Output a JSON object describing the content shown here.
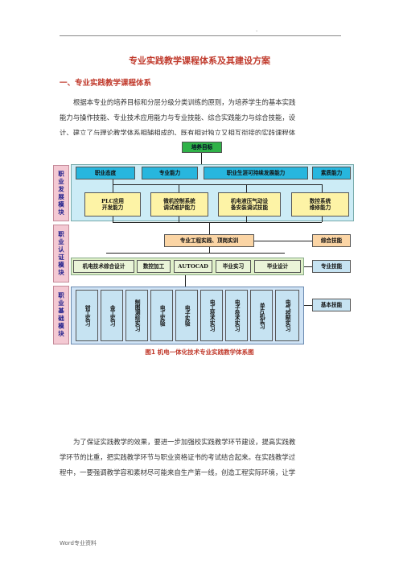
{
  "page": {
    "header_mark": ".",
    "title": "专业实践教学课程体系及其建设方案",
    "section1_heading": "一、专业实践教学课程体系",
    "intro_lines": [
      "根据本专业的培养目标和分层分级分类训练的原则，为培养学生的基本实践",
      "能力与操作技能、专业技术应用能力与专业技能、综合实践能力与综合技能，设",
      "计、建立了与理论教学体系相辅相成的、既有相对独立又相互衔接的实践课程体"
    ],
    "caption": "图1    机电一体化技术专业实践教学体系图",
    "para2_lines": [
      "为了保证实践教学的效果，要进一步加强校实践教学环节建设，提高实践教",
      "学环节的比重，把实践教学环节与职业资格证书的考试结合起来。在实践教学过",
      "程中，一要强调教学容和素材尽可能来自生产第一线，创造工程实际环境，让学"
    ],
    "footer": "Word专业资料"
  },
  "diagram": {
    "goal": "培养目标",
    "left_modules": [
      "职业发展模块",
      "职业认证模块",
      "职业基础模块"
    ],
    "top_row": [
      "职业态度",
      "专业能力",
      "职业生涯可持续发展能力",
      "素质能力"
    ],
    "ability_row": [
      [
        "PLC应用",
        "开发能力"
      ],
      [
        "微机控制系统",
        "调试维护能力"
      ],
      [
        "机电液压气动设",
        "备安装调试技能"
      ],
      [
        "数控系统",
        "维修能力"
      ]
    ],
    "comprehensive_label": "专业工程实践、顶岗实训",
    "comprehensive_skill": "综合技能",
    "course_row": [
      "机电技术综合设计",
      "数控加工",
      "AUTOCAD",
      "毕业实习",
      "毕业设计"
    ],
    "professional_skill": "专业技能",
    "basic_courses": [
      "钳工实习",
      "金工实习",
      "制图测绘实习",
      "电工实验",
      "电子实验",
      "电工技术实习",
      "电子技术实习",
      "单片机实习",
      "电气控制实习"
    ],
    "basic_skill": "基本技能"
  },
  "colors": {
    "heading_red": "#c0392b",
    "module_pink": "#f4c9d3",
    "goal_green": "#2fb248",
    "cyan": "#27b6de",
    "light_blue": "#c6e3f2",
    "yellow": "#fdf3a6",
    "peach": "#fbd5a5"
  }
}
